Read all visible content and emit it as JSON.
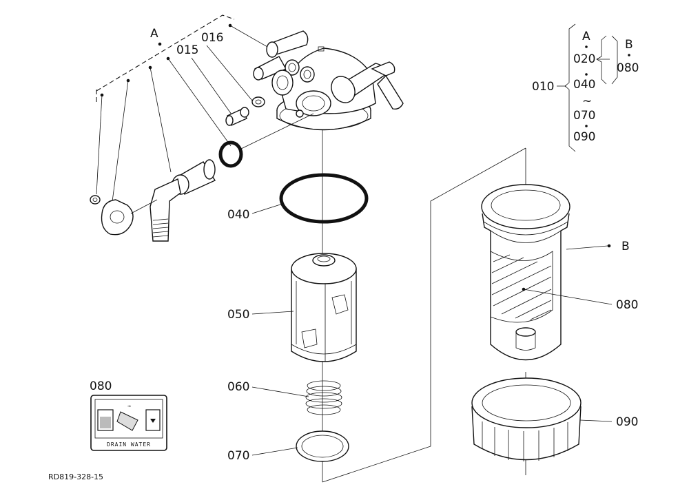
{
  "diagram": {
    "drawing_id": "RD819-328-15",
    "callouts": {
      "a_top": "A",
      "p016": "016",
      "p015": "015",
      "p040": "040",
      "p050": "050",
      "p060": "060",
      "p070": "070",
      "p080_label": "080",
      "b_side": "B",
      "p080": "080",
      "p090": "090"
    },
    "assembly_key": {
      "p010": "010",
      "a": "A",
      "p020": "020",
      "p040": "040",
      "tilde": "~",
      "p070": "070",
      "p090": "090",
      "b": "B",
      "p080": "080"
    },
    "label_plate": {
      "text": "DRAIN WATER"
    }
  }
}
